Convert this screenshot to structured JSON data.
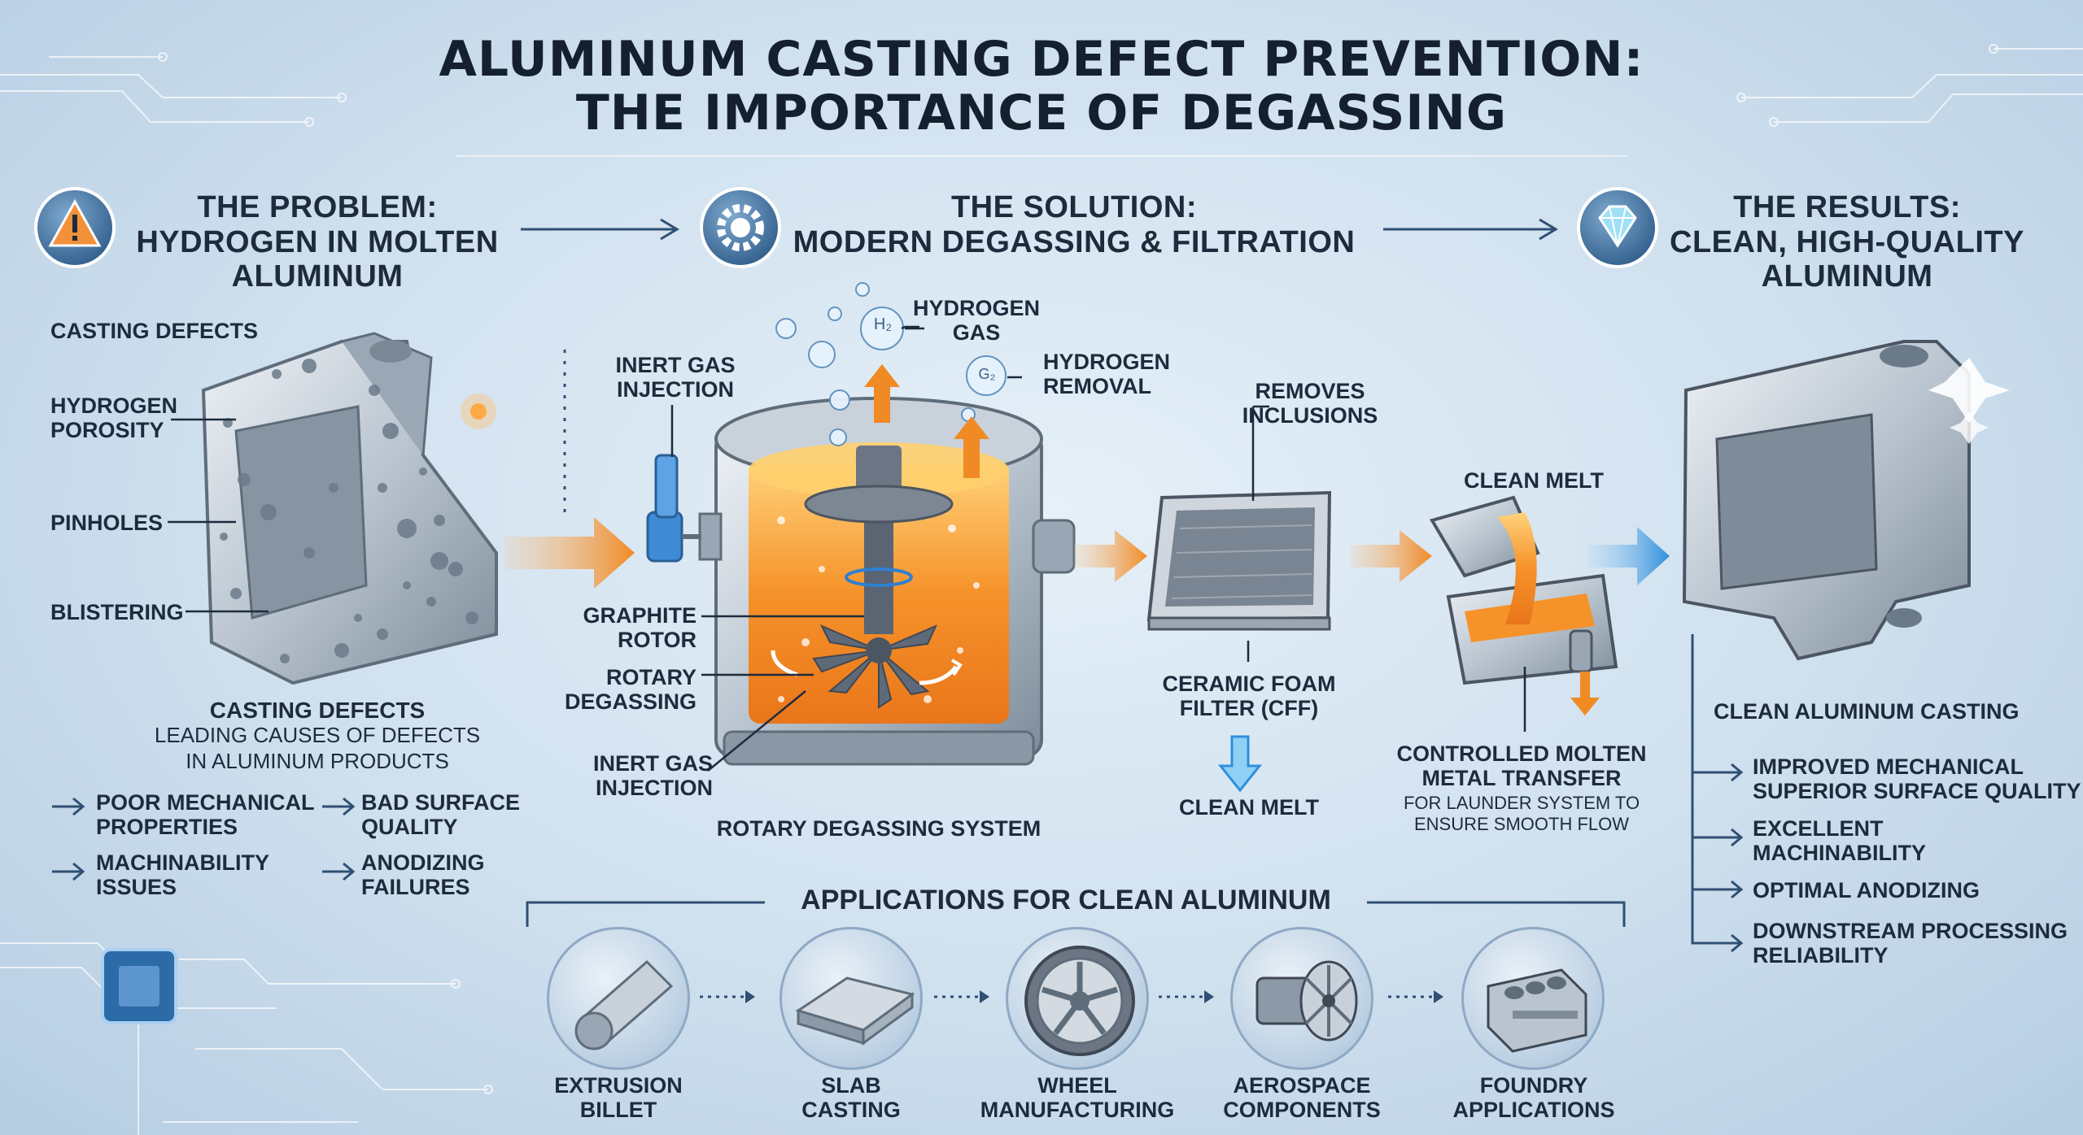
{
  "title": {
    "line1": "ALUMINUM CASTING DEFECT PREVENTION:",
    "line2": "THE IMPORTANCE OF DEGASSING"
  },
  "problem": {
    "header_line1": "THE PROBLEM:",
    "header_line2": "HYDROGEN IN MOLTEN",
    "header_line3": "ALUMINUM",
    "icon": "warning-icon",
    "casting_defects_label": "CASTING DEFECTS",
    "hydrogen_porosity": "HYDROGEN POROSITY",
    "pinholes": "PINHOLES",
    "blistering": "BLISTERING",
    "caption_title": "CASTING DEFECTS",
    "caption_line1": "LEADING CAUSES OF DEFECTS",
    "caption_line2": "IN ALUMINUM PRODUCTS",
    "items": [
      {
        "line1": "POOR MECHANICAL",
        "line2": "PROPERTIES"
      },
      {
        "line1": "BAD SURFACE",
        "line2": "QUALITY"
      },
      {
        "line1": "MACHINABILITY",
        "line2": "ISSUES"
      },
      {
        "line1": "ANODIZING",
        "line2": "FAILURES"
      }
    ]
  },
  "solution": {
    "header_line1": "THE SOLUTION:",
    "header_line2": "MODERN DEGASSING & FILTRATION",
    "icon": "gear-icon",
    "hydrogen_gas_line1": "HYDROGEN",
    "hydrogen_gas_line2": "GAS",
    "hydrogen_removal_line1": "HYDROGEN",
    "hydrogen_removal_line2": "REMOVAL",
    "inert_gas_top_line1": "INERT GAS",
    "inert_gas_top_line2": "INJECTION",
    "graphite_rotor_line1": "GRAPHITE",
    "graphite_rotor_line2": "ROTOR",
    "rotary_degassing_line1": "ROTARY",
    "rotary_degassing_line2": "DEGASSING",
    "inert_gas_bottom_line1": "INERT GAS",
    "inert_gas_bottom_line2": "INJECTION",
    "system_caption": "ROTARY DEGASSING SYSTEM",
    "bubble_h2": "H₂",
    "bubble_g2": "G₂",
    "removes_line1": "REMOVES",
    "removes_line2": "INCLUSIONS",
    "filter_line1": "CERAMIC FOAM",
    "filter_line2": "FILTER (CFF)",
    "clean_melt_bottom": "CLEAN MELT",
    "clean_melt_top": "CLEAN MELT",
    "transfer_line1": "CONTROLLED MOLTEN",
    "transfer_line2": "METAL TRANSFER",
    "transfer_sub1": "FOR LAUNDER SYSTEM TO",
    "transfer_sub2": "ENSURE SMOOTH FLOW"
  },
  "results": {
    "header_line1": "THE RESULTS:",
    "header_line2": "CLEAN, HIGH-QUALITY",
    "header_line3": "ALUMINUM",
    "icon": "diamond-icon",
    "casting_label": "CLEAN ALUMINUM CASTING",
    "items": [
      {
        "line1": "IMPROVED MECHANICAL",
        "line2": "SUPERIOR SURFACE QUALITY"
      },
      {
        "line1": "EXCELLENT",
        "line2": "MACHINABILITY"
      },
      {
        "line1": "OPTIMAL ANODIZING",
        "line2": ""
      },
      {
        "line1": "DOWNSTREAM PROCESSING",
        "line2": "RELIABILITY"
      }
    ]
  },
  "applications": {
    "header": "APPLICATIONS FOR CLEAN ALUMINUM",
    "items": [
      {
        "line1": "EXTRUSION",
        "line2": "BILLET",
        "icon": "billet-icon"
      },
      {
        "line1": "SLAB",
        "line2": "CASTING",
        "icon": "slab-icon"
      },
      {
        "line1": "WHEEL",
        "line2": "MANUFACTURING",
        "icon": "wheel-icon"
      },
      {
        "line1": "AEROSPACE",
        "line2": "COMPONENTS",
        "icon": "turbine-icon"
      },
      {
        "line1": "FOUNDRY",
        "line2": "APPLICATIONS",
        "icon": "engine-block-icon"
      }
    ]
  },
  "colors": {
    "background": "#cfe0ee",
    "molten": "#f28a1e",
    "arrow_orange": "#f29a3a",
    "arrow_blue": "#3d9be0",
    "text_dark": "#1d2b3d",
    "metal": "#b9c4cf"
  }
}
